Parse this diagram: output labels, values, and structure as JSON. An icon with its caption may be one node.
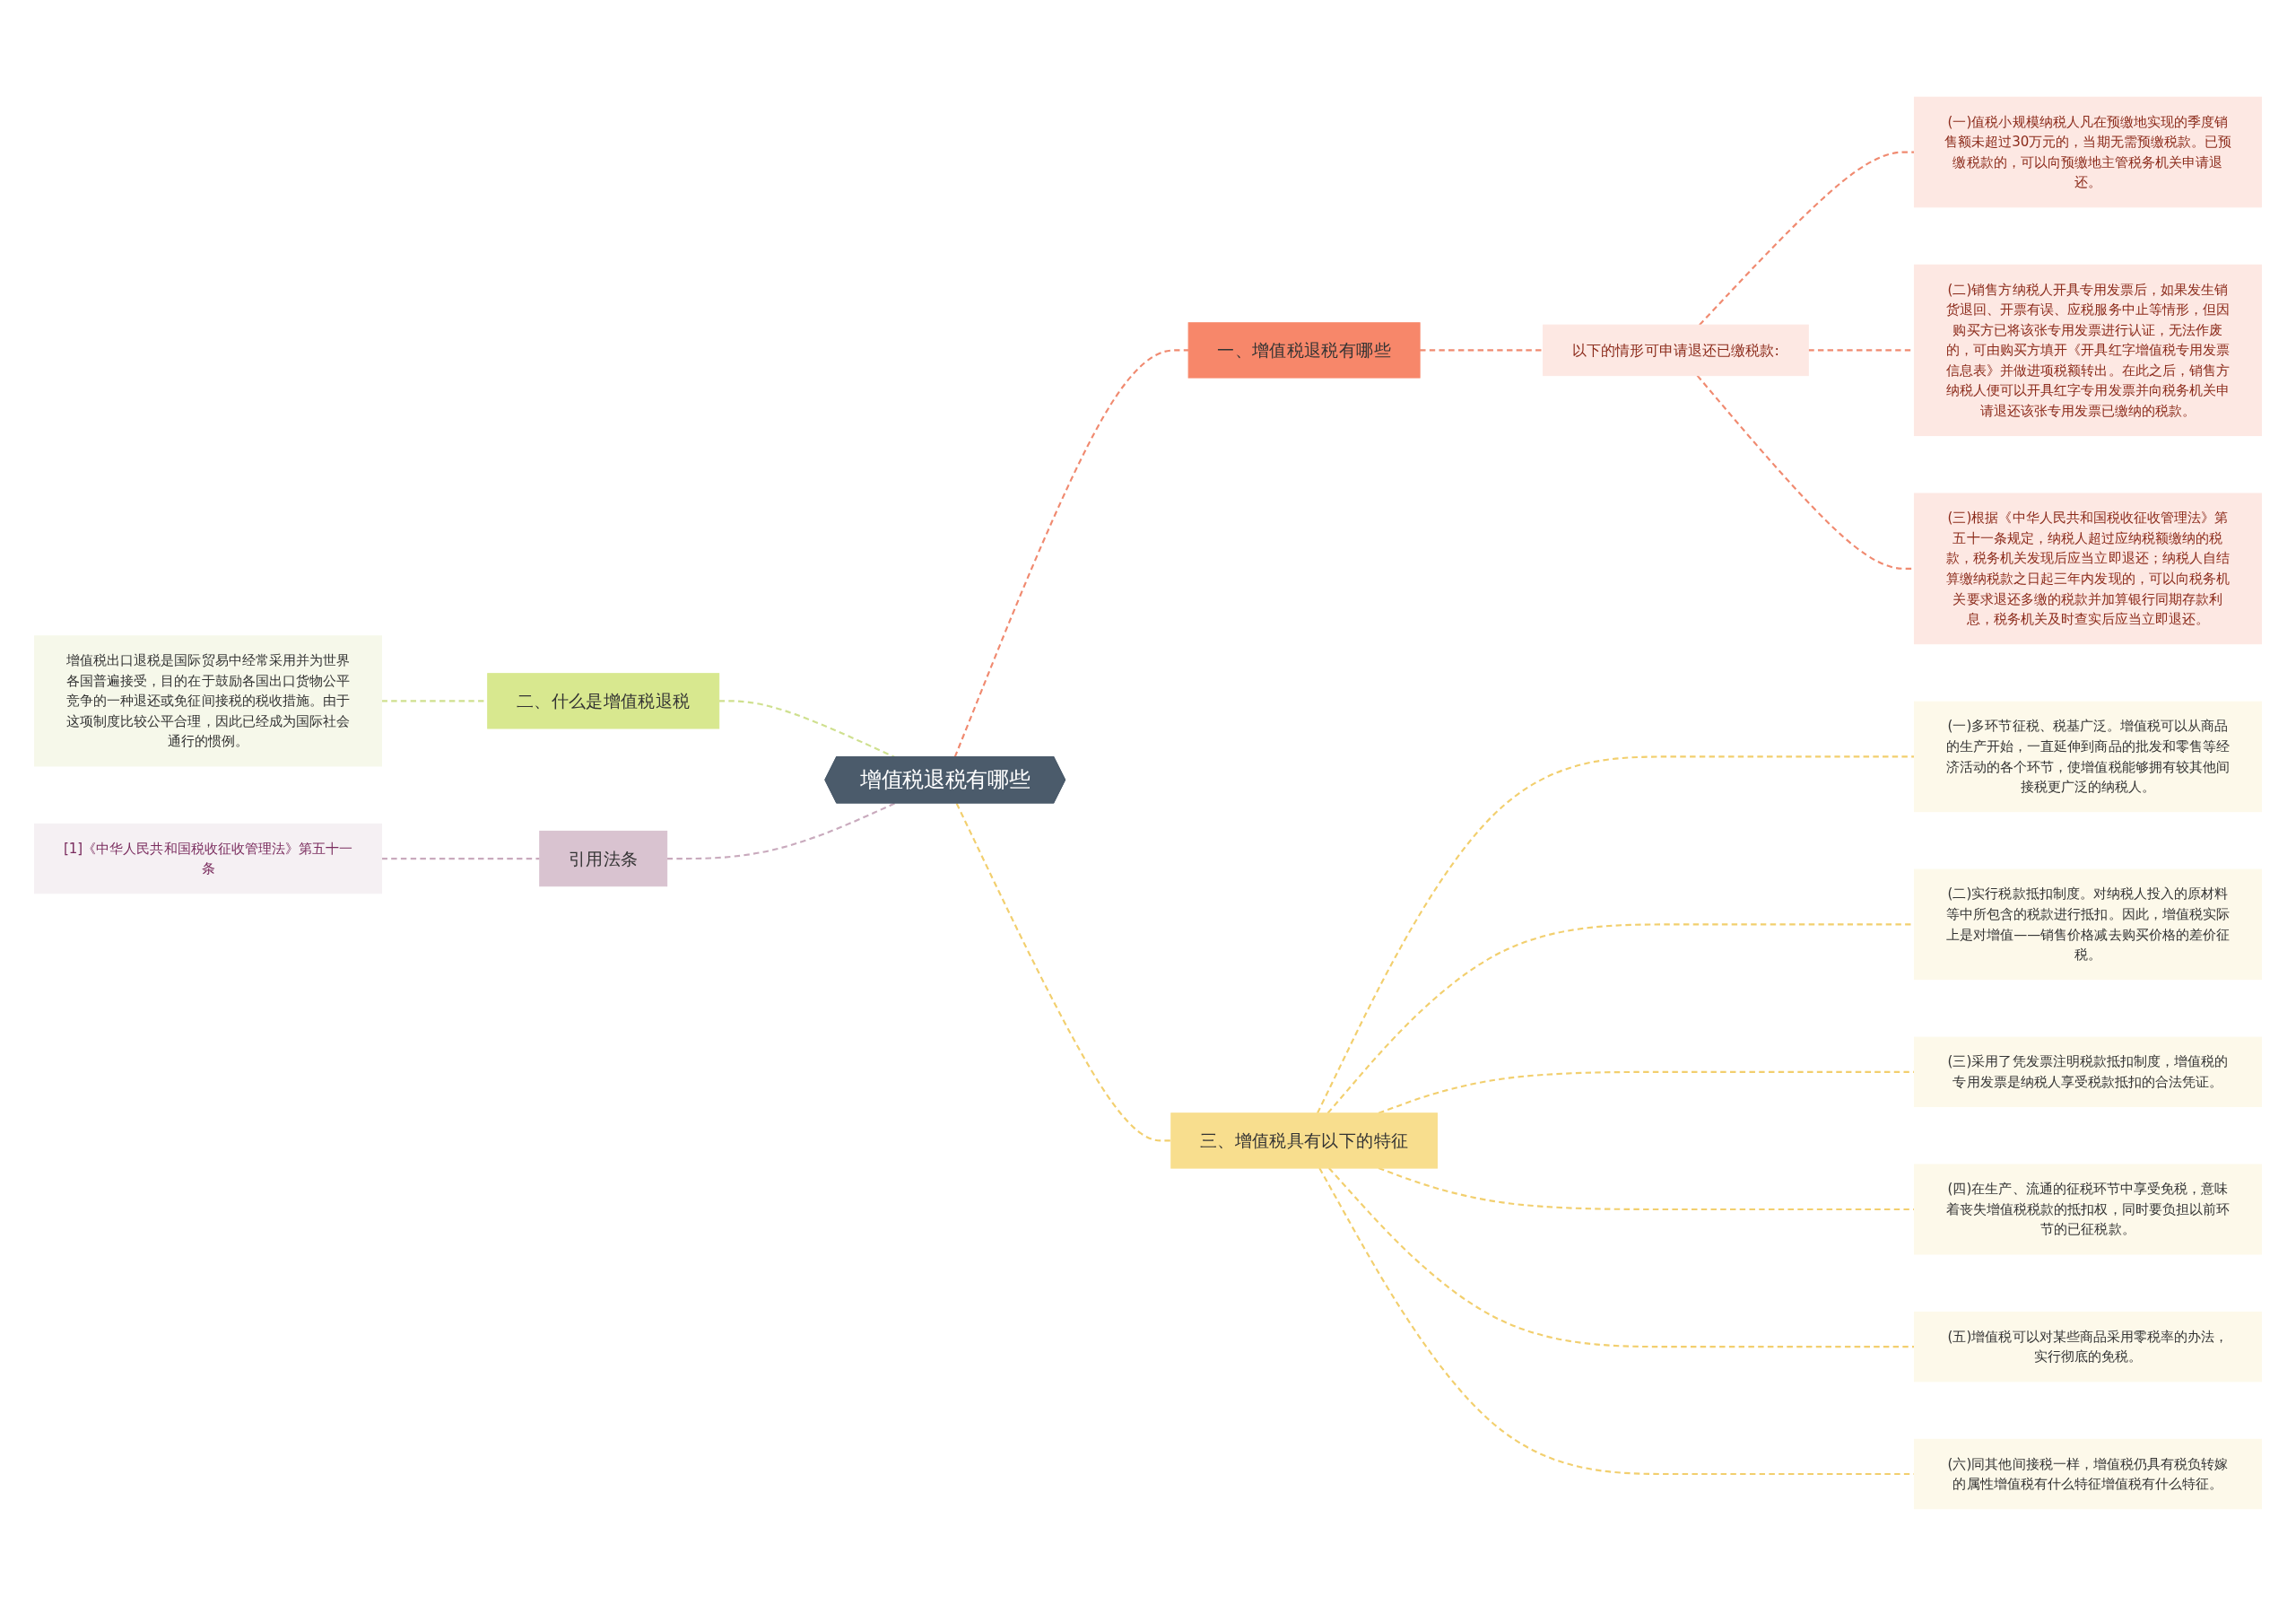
{
  "diagram": {
    "nodes": [
      {
        "text": [
          "增值税退税有哪些"
        ]
      },
      {
        "text": [
          "一、增值税退税有哪些"
        ]
      },
      {
        "text": [
          "以下的情形可申请退还已缴税款:"
        ]
      },
      {
        "text": [
          "(一)值税小规模纳税人凡在预缴地实现的季度销售额未超过30万元的，当期无需预缴税款。已预缴税款的，可以向预缴地主管税务机关申请退还。"
        ]
      },
      {
        "text": [
          "(二)销售方纳税人开具专用发票后，如果发生销货退回、开票有误、应税服务中止等情形，但因购买方已将该张专用发票进行认证，无法作废的，可由购买方填开《开具红字增值税专用发票信息表》并做进项税额转出。在此之后，销售方纳税人便可以开具红字专用发票并向税务机关申请退还该张专用发票已缴纳的税款。"
        ]
      },
      {
        "text": [
          "(三)根据《中华人民共和国税收征收管理法》第五十一条规定，纳税人超过应纳税额缴纳的税款，税务机关发现后应当立即退还；纳税人自结算缴纳税款之日起三年内发现的，可以向税务机关要求退还多缴的税款并加算银行同期存款利息，税务机关及时查实后应当立即退还。"
        ]
      },
      {
        "text": [
          "二、什么是增值税退税"
        ]
      },
      {
        "text": [
          "增值税出口退税是国际贸易中经常采用并为世界各国普遍接受，目的在于鼓励各国出口货物公平竞争的一种退还或免征间接税的税收措施。由于这项制度比较公平合理，因此已经成为国际社会通行的惯例。"
        ]
      },
      {
        "text": [
          "引用法条"
        ]
      },
      {
        "text": [
          "[1]《中华人民共和国税收征收管理法》第五十一条"
        ]
      },
      {
        "text": [
          "三、增值税具有以下的特征"
        ]
      },
      {
        "text": [
          "(一)多环节征税、税基广泛。增值税可以从商品的生产开始，一直延伸到商品的批发和零售等经济活动的各个环节，使增值税能够拥有较其他间接税更广泛的纳税人。"
        ]
      },
      {
        "text": [
          "(二)实行税款抵扣制度。对纳税人投入的原材料等中所包含的税款进行抵扣。因此，增值税实际上是对增值——销售价格减去购买价格的差价征税。"
        ]
      },
      {
        "text": [
          "(三)采用了凭发票注明税款抵扣制度，增值税的专用发票是纳税人享受税款抵扣的合法凭证。"
        ]
      },
      {
        "text": [
          "(四)在生产、流通的征税环节中享受免税，意味着丧失增值税税款的抵扣权，同时要负担以前环节的已征税款。"
        ]
      },
      {
        "text": [
          "(五)增值税可以对某些商品采用零税率的办法，实行彻底的免税。"
        ]
      },
      {
        "text": [
          "(六)同其他间接税一样，增值税仍具有税负转嫁的属性增值税有什么特征增值税有什么特征。"
        ]
      }
    ],
    "edges": [
      {
        "from": 0,
        "to": 1,
        "arrow": "none",
        "style": "dashed",
        "color": "#f08a70"
      },
      {
        "from": 1,
        "to": 2,
        "arrow": "none",
        "style": "dashed",
        "color": "#f08a70"
      },
      {
        "from": 2,
        "to": 3,
        "arrow": "none",
        "style": "dashed",
        "color": "#f08a70"
      },
      {
        "from": 2,
        "to": 4,
        "arrow": "none",
        "style": "dashed",
        "color": "#f08a70"
      },
      {
        "from": 2,
        "to": 5,
        "arrow": "none",
        "style": "dashed",
        "color": "#f08a70"
      },
      {
        "from": 7,
        "to": 6,
        "arrow": "none",
        "style": "dashed",
        "color": "#cfe08f"
      },
      {
        "from": 6,
        "to": 0,
        "arrow": "none",
        "style": "dashed",
        "color": "#cfe08f"
      },
      {
        "from": 9,
        "to": 8,
        "arrow": "none",
        "style": "dashed",
        "color": "#c9aabd"
      },
      {
        "from": 8,
        "to": 0,
        "arrow": "none",
        "style": "dashed",
        "color": "#c9aabd"
      },
      {
        "from": 0,
        "to": 10,
        "arrow": "none",
        "style": "dashed"
      },
      {
        "from": 10,
        "to": 11,
        "arrow": "none",
        "style": "dashed"
      },
      {
        "from": 10,
        "to": 12,
        "arrow": "none",
        "style": "dashed"
      },
      {
        "from": 10,
        "to": 13,
        "arrow": "none",
        "style": "dashed"
      },
      {
        "from": 10,
        "to": 14,
        "arrow": "none",
        "style": "dashed"
      },
      {
        "from": 10,
        "to": 15,
        "arrow": "none",
        "style": "dashed"
      },
      {
        "from": 10,
        "to": 16,
        "arrow": "none",
        "style": "dashed"
      }
    ]
  }
}
